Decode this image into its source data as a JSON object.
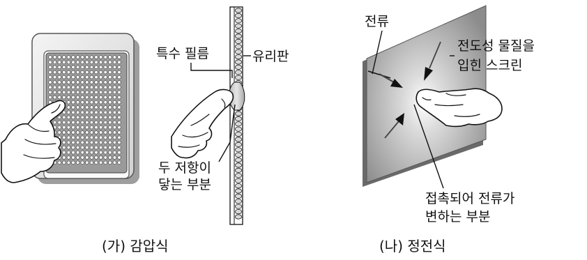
{
  "left_panel": {
    "label_special_film": "특수 필름",
    "label_glass_plate": "유리판",
    "label_touch_point_line1": "두 저항이",
    "label_touch_point_line2": "닿는 부분",
    "caption": "(가) 감압식"
  },
  "right_panel": {
    "label_current": "전류",
    "label_screen_line1": "전도성 물질을",
    "label_screen_line2": "입힌 스크린",
    "label_change_line1": "접촉되어 전류가",
    "label_change_line2": "변하는 부분",
    "caption": "(나) 정전식"
  }
}
